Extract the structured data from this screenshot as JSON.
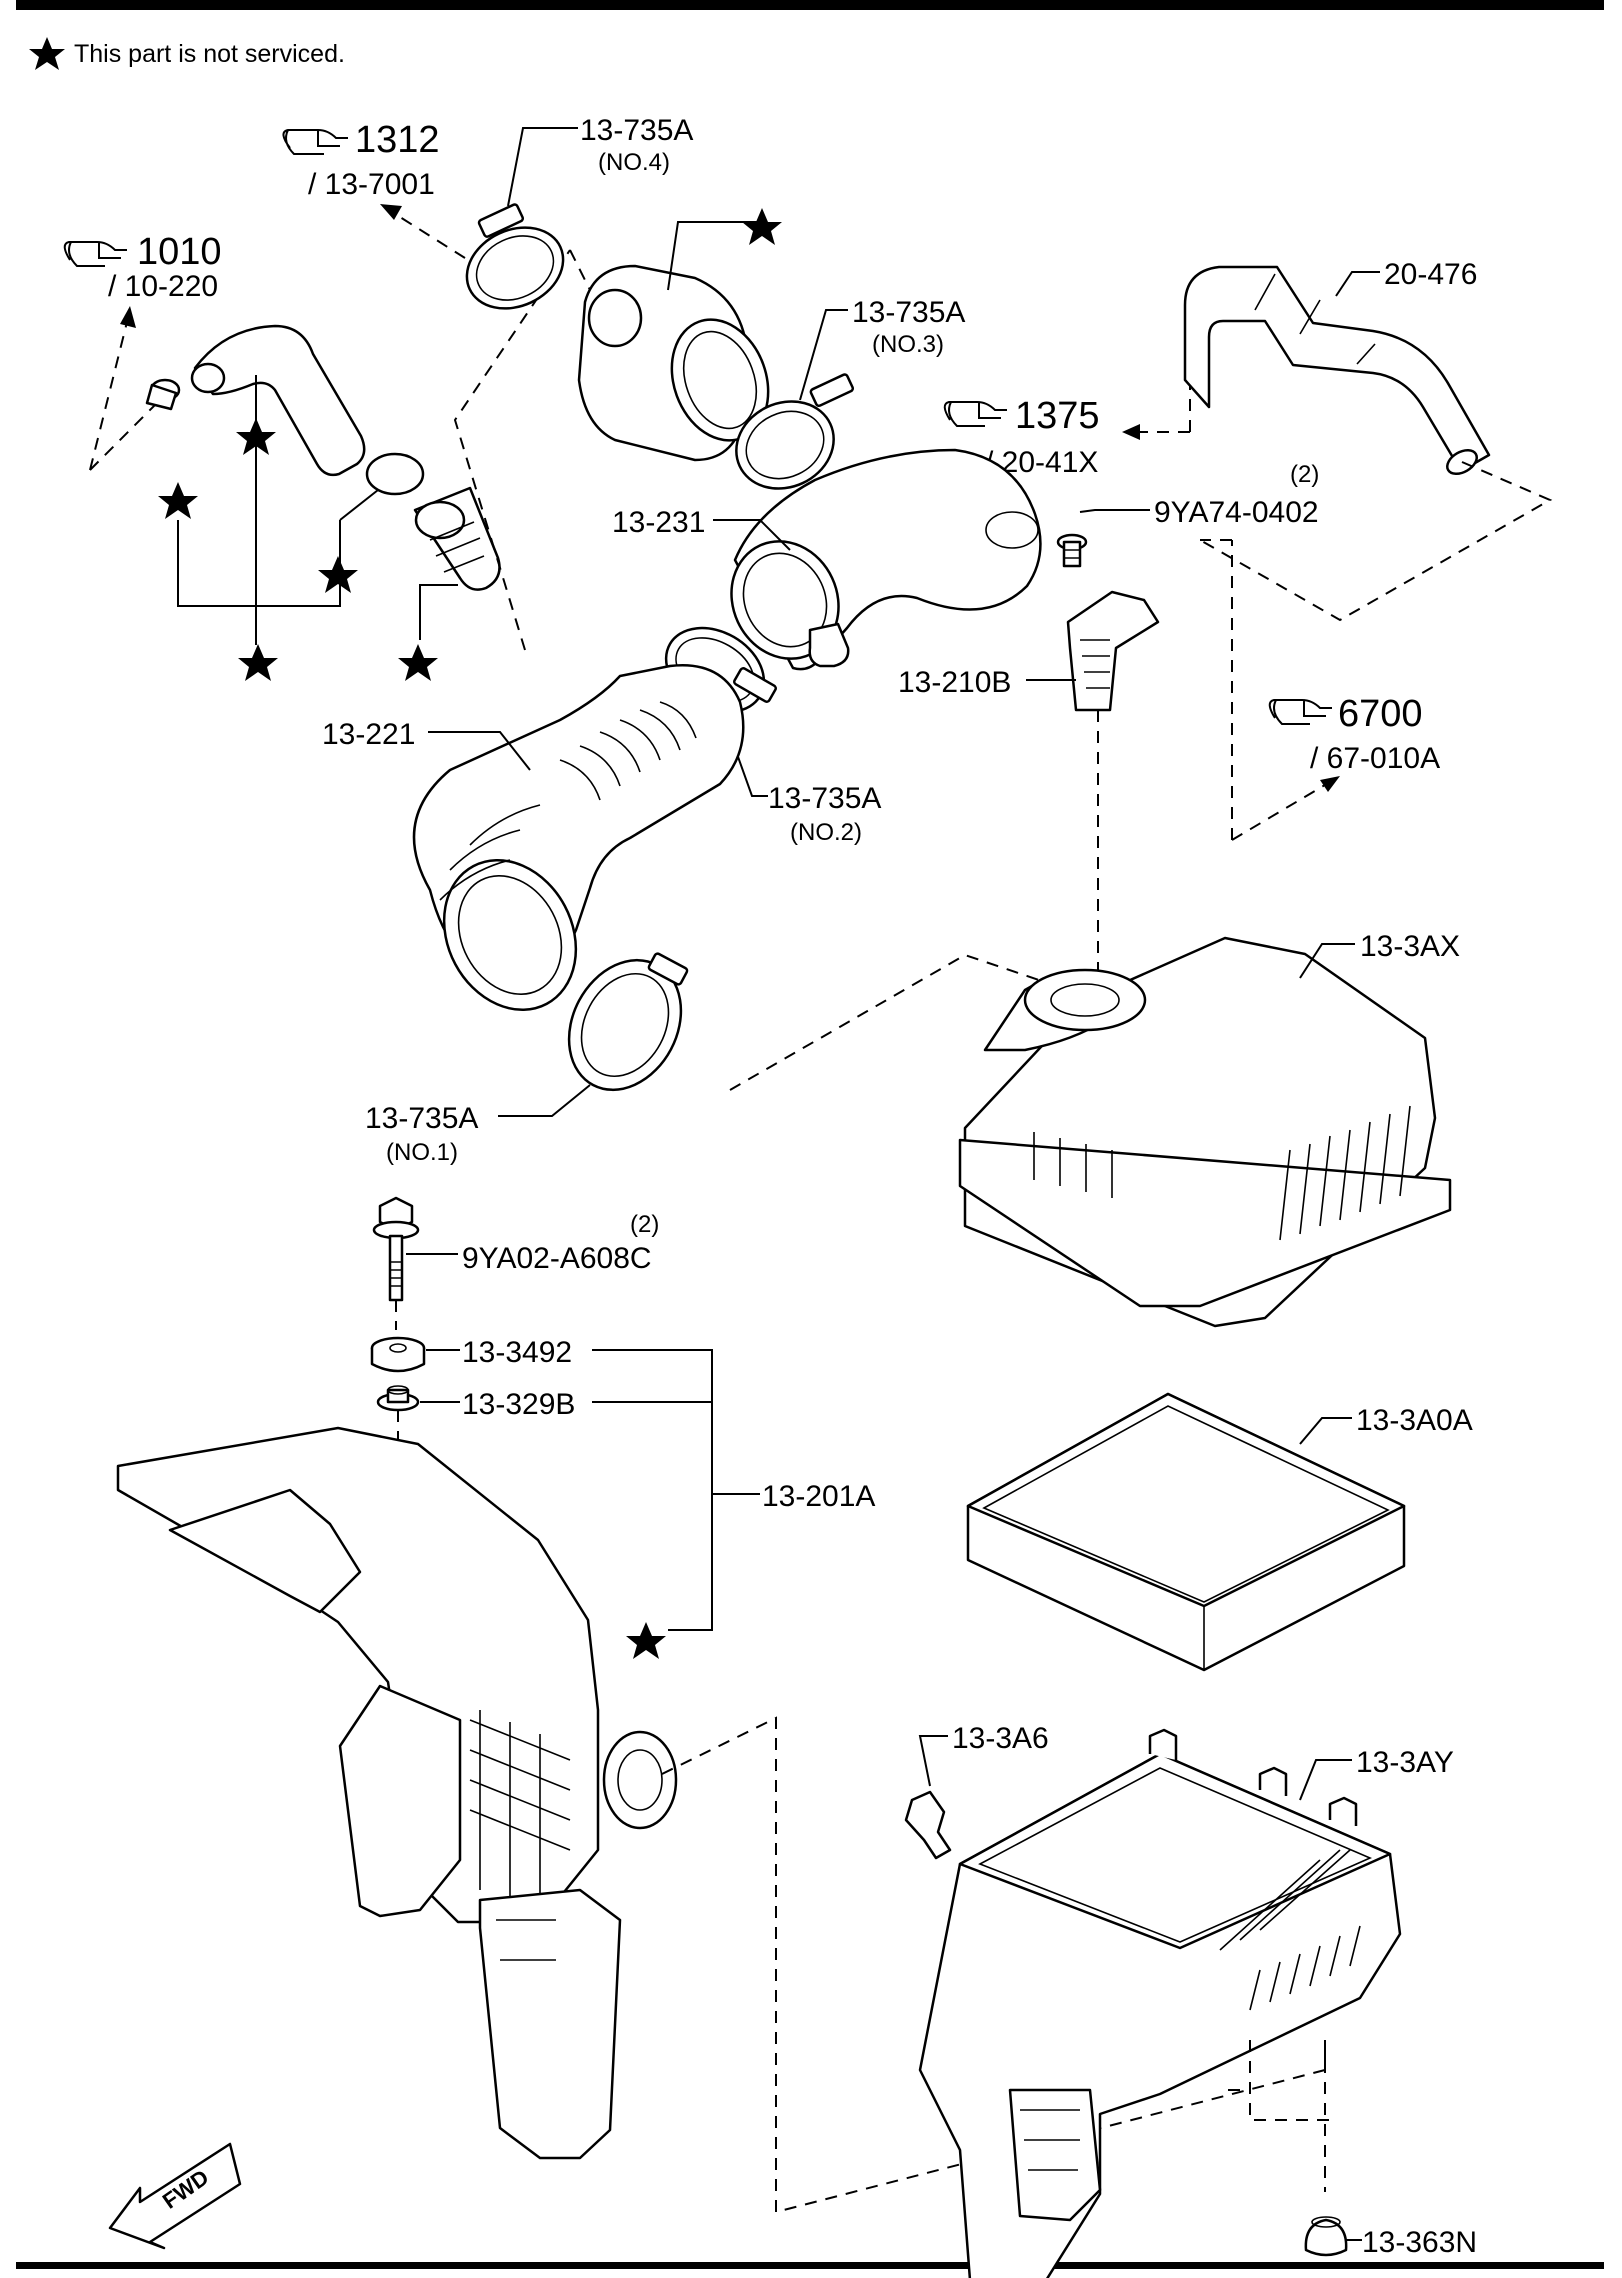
{
  "page": {
    "note": "This part is not serviced."
  },
  "references": {
    "ref_1312": {
      "num": "1312",
      "sub": "/ 13-7001",
      "icon": "pointing-hand-icon"
    },
    "ref_1010": {
      "num": "1010",
      "sub": "/ 10-220",
      "icon": "pointing-hand-icon"
    },
    "ref_1375": {
      "num": "1375",
      "sub": "/ 20-41X",
      "icon": "pointing-hand-icon"
    },
    "ref_6700": {
      "num": "6700",
      "sub": "/ 67-010A",
      "icon": "pointing-hand-icon"
    }
  },
  "parts": {
    "clamp_no4": {
      "num": "13-735A",
      "sub": "(NO.4)"
    },
    "clamp_no3": {
      "num": "13-735A",
      "sub": "(NO.3)"
    },
    "clamp_no2": {
      "num": "13-735A",
      "sub": "(NO.2)"
    },
    "clamp_no1": {
      "num": "13-735A",
      "sub": "(NO.1)"
    },
    "hose_20_476": {
      "num": "20-476"
    },
    "screw_9ya74": {
      "num": "9YA74-0402",
      "qty": "(2)"
    },
    "duct_13_231": {
      "num": "13-231"
    },
    "sensor_13_210b": {
      "num": "13-210B"
    },
    "hose_13_221": {
      "num": "13-221"
    },
    "cover_13_3ax": {
      "num": "13-3AX"
    },
    "bolt_9ya02": {
      "num": "9YA02-A608C",
      "qty": "(2)"
    },
    "insulator_13_3492": {
      "num": "13-3492"
    },
    "collar_13_329b": {
      "num": "13-329B"
    },
    "duct_13_201a": {
      "num": "13-201A"
    },
    "element_13_3a0a": {
      "num": "13-3A0A"
    },
    "clip_13_3a6": {
      "num": "13-3A6"
    },
    "case_13_3ay": {
      "num": "13-3AY"
    },
    "insulator_13_363n": {
      "num": "13-363N"
    }
  },
  "fwd": {
    "label": "FWD",
    "icon": "fwd-arrow-icon"
  }
}
